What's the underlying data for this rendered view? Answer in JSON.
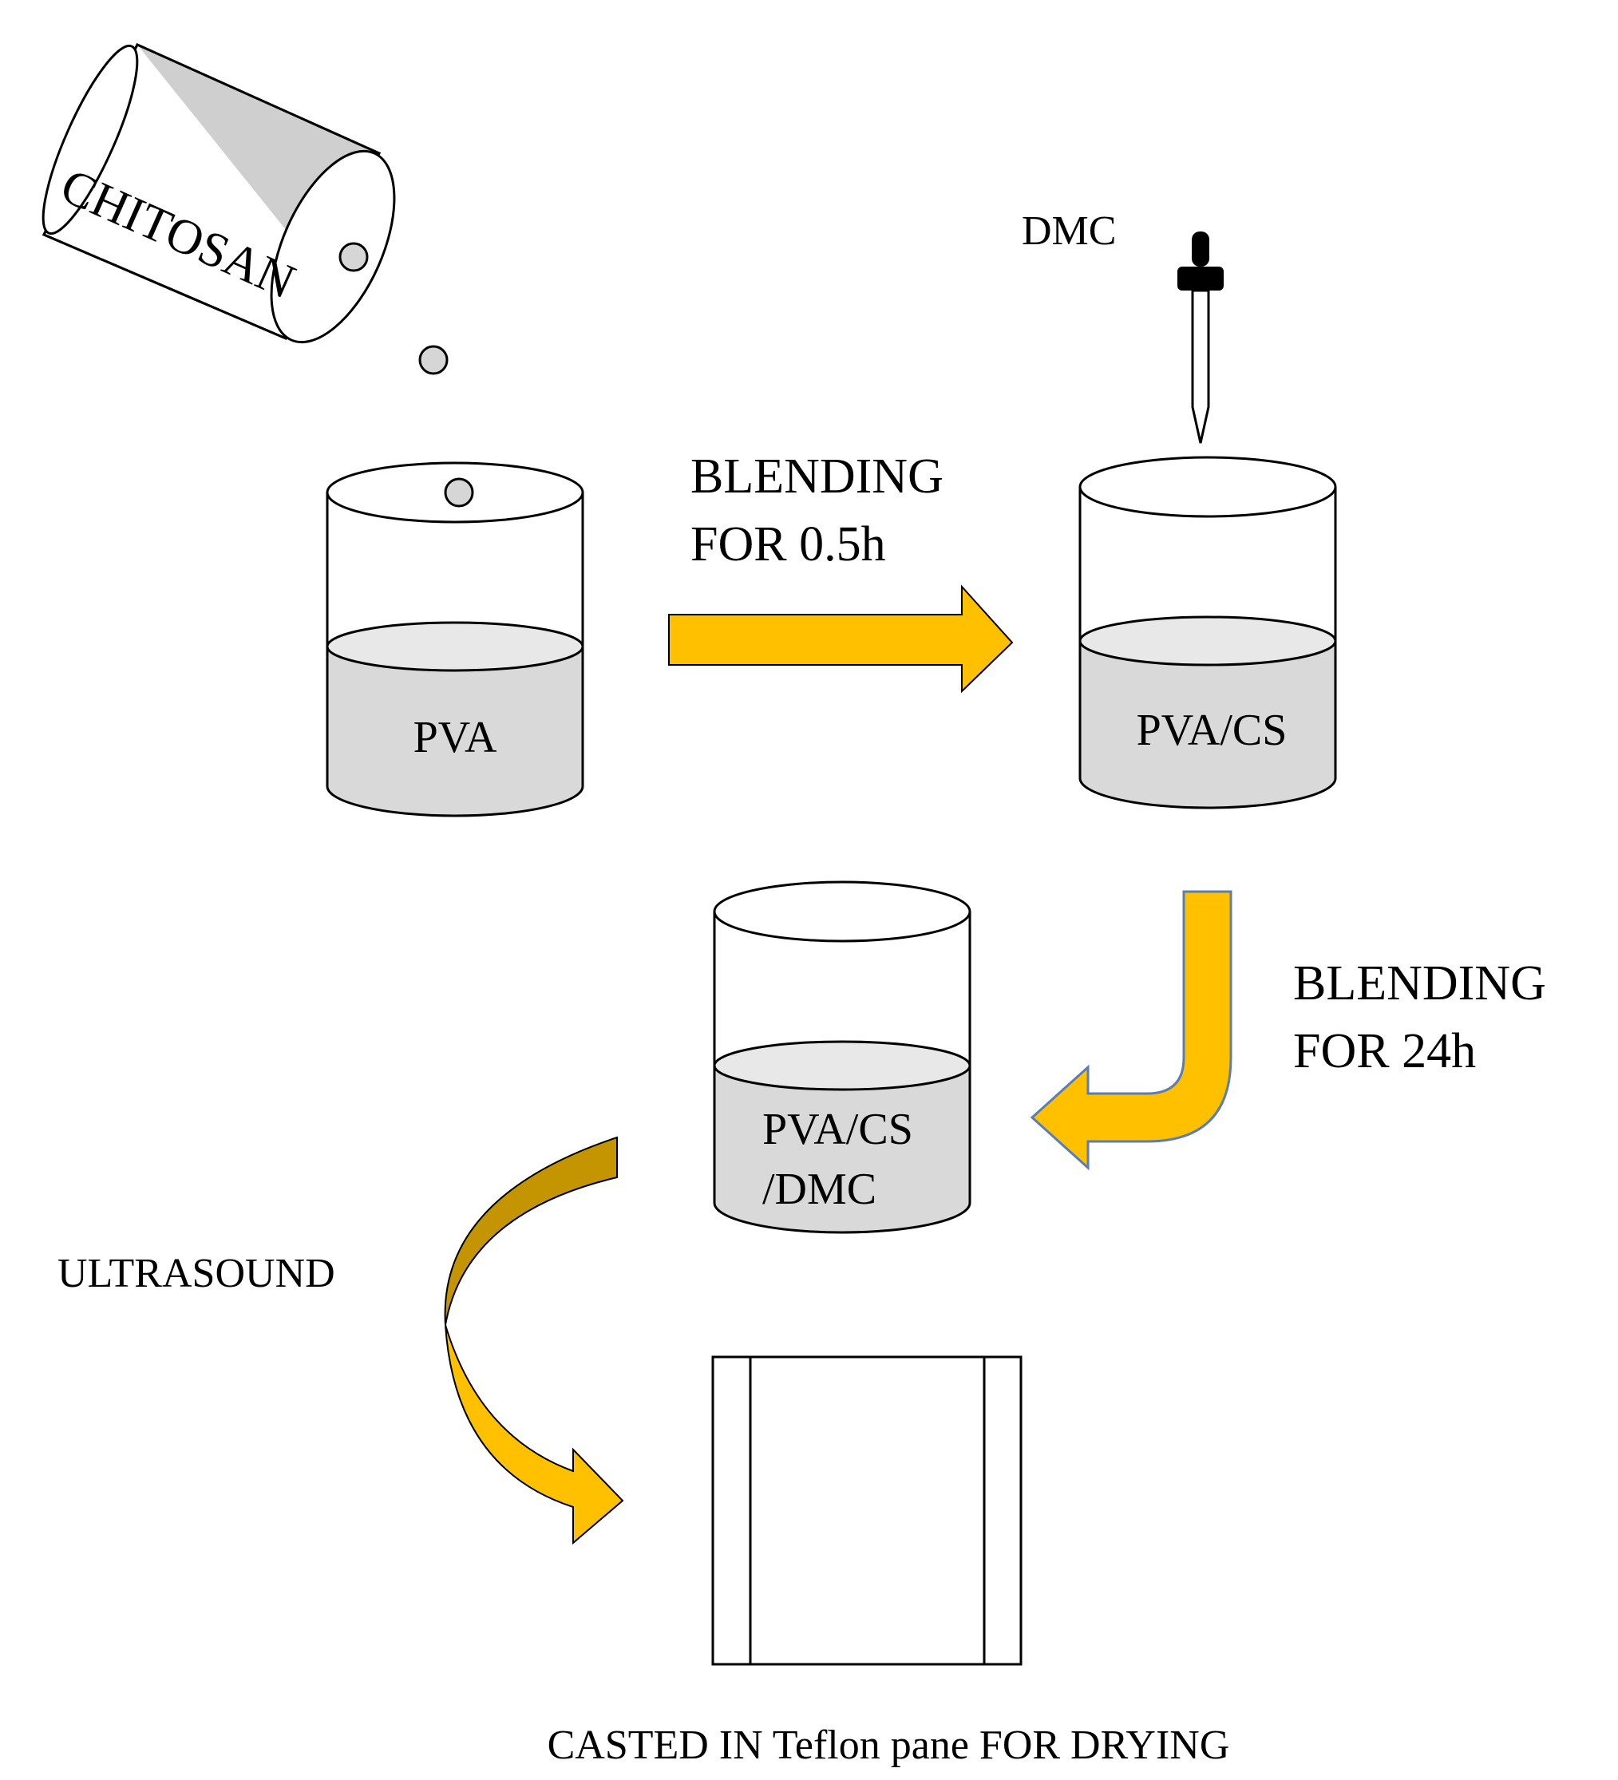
{
  "labels": {
    "chitosan": "CHITOSAN",
    "dmc": "DMC",
    "pva": "PVA",
    "pva_cs": "PVA/CS",
    "pva_cs_dmc_line1": "PVA/CS",
    "pva_cs_dmc_line2": "/DMC",
    "step1_line1": "BLENDING",
    "step1_line2": "FOR 0.5h",
    "step2_line1": "BLENDING",
    "step2_line2": "FOR 24h",
    "ultrasound": "ULTRASOUND",
    "final": "CASTED IN Teflon pane FOR DRYING"
  },
  "colors": {
    "arrow_fill": "#FFC000",
    "arrow_dark": "#C49500",
    "arrow_outline": "#5B7DB5",
    "liquid": "#D9D9D9",
    "liquid_top": "#E8E8E8",
    "bottle_shade": "#CFCFCF",
    "particle": "#D6D6D6",
    "dropper": "#000000"
  }
}
